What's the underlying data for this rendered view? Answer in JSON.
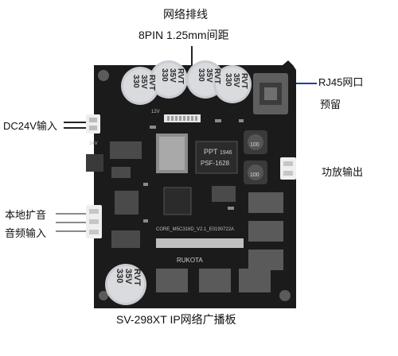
{
  "annotations": {
    "network_cable": "网络排线",
    "network_pitch": "8PIN 1.25mm间距",
    "rj45": "RJ45网口",
    "reserved": "预留",
    "dc_input": "DC24V输入",
    "amp_output": "功放输出",
    "local_speaker": "本地扩音",
    "audio_input": "音频输入",
    "caption": "SV-298XT IP网络广播板"
  },
  "board_markings": {
    "capacitor": [
      "330",
      "35V",
      "RVT"
    ],
    "chip_brand": "PPT",
    "chip_code": "1946",
    "chip_part": "PSF-1628",
    "pcb_rev": "CORE_M5C316D_V2.1_E0190722A",
    "silk_brand": "RUKOTA",
    "silk_voltage": "12V",
    "silk_24v": "24V",
    "inductor_code": "100"
  },
  "colors": {
    "board": "#1b1b1b",
    "capacitor": "#c9ccd0",
    "connector": "#efefef",
    "rj45_lead": "#1c3fa8"
  }
}
